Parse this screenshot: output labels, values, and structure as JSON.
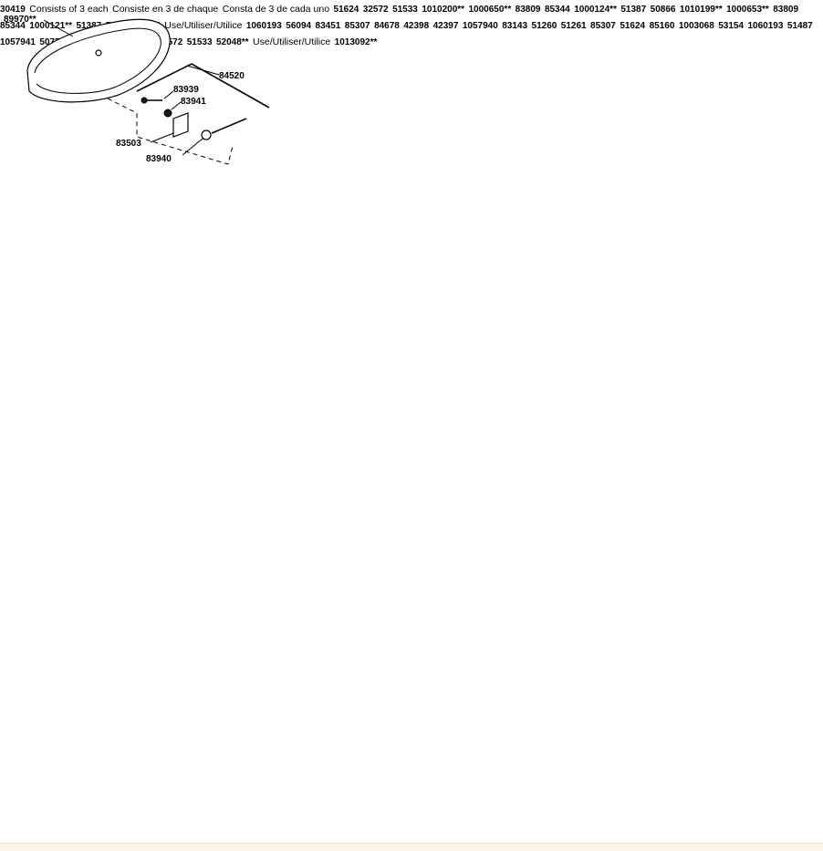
{
  "parts": {
    "p89970": "89970**",
    "p84520": "84520",
    "p83939": "83939",
    "p83941": "83941",
    "p83503": "83503",
    "p83940": "83940",
    "p1057940": "1057940",
    "p83143": "83143",
    "p51260": "51260",
    "p51261": "51261",
    "p85307": "85307",
    "p51624": "51624",
    "p85160": "85160",
    "p1003068": "1003068",
    "p53154": "53154",
    "p1060193": "1060193",
    "p51487": "51487",
    "p1057941": "1057941",
    "p50752": "50752",
    "p42398": "42398",
    "p50751": "50751",
    "p42397": "42397",
    "p32572": "32572",
    "p51533": "51533"
  },
  "kit_30419": {
    "number": "30419",
    "line1": "Consists of 3 each",
    "line2": "Consiste en 3 de chaque",
    "line3": "Consta de 3 de cada uno",
    "items": [
      "51624",
      "32572",
      "51533"
    ]
  },
  "kit_1010200": {
    "title": "1010200**",
    "a": "1000650**",
    "b": "83809",
    "c": "1000124**",
    "d": "85344",
    "e": "51387",
    "f": "50866"
  },
  "kit_1010199": {
    "title": "1010199**",
    "a": "1000653**",
    "b": "83809",
    "c": "1000121**",
    "d": "85344",
    "e": "51387",
    "f": "50866"
  },
  "kit_83954": {
    "title": "83954",
    "use": "Use/Utiliser/Utilice",
    "use_part": "1060193",
    "a": "83451",
    "b": "56094",
    "c": "85307",
    "d": "84678",
    "e": "42398",
    "f": "42397"
  },
  "seat_kit": {
    "part": "52048**",
    "use": "Use/Utiliser/Utilice",
    "use_part": "1013092**"
  }
}
